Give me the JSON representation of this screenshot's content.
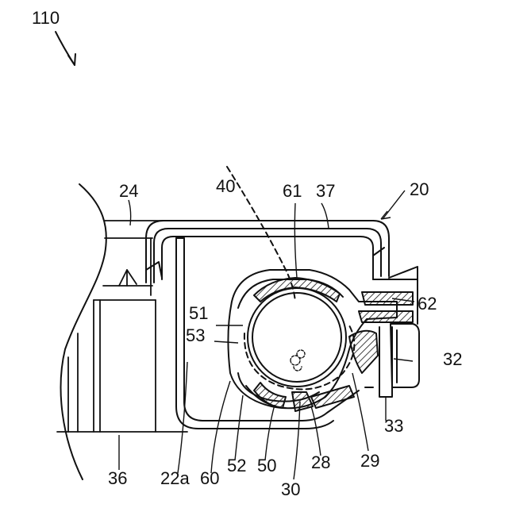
{
  "figure_number": "110",
  "labels": {
    "l20": "20",
    "l24": "24",
    "l40": "40",
    "l61": "61",
    "l37": "37",
    "l51": "51",
    "l53": "53",
    "l62": "62",
    "l32": "32",
    "l33": "33",
    "l29": "29",
    "l28": "28",
    "l30": "30",
    "l50": "50",
    "l52": "52",
    "l60": "60",
    "l22a": "22a",
    "l36": "36"
  },
  "colors": {
    "line": "#111111",
    "background": "#ffffff"
  }
}
